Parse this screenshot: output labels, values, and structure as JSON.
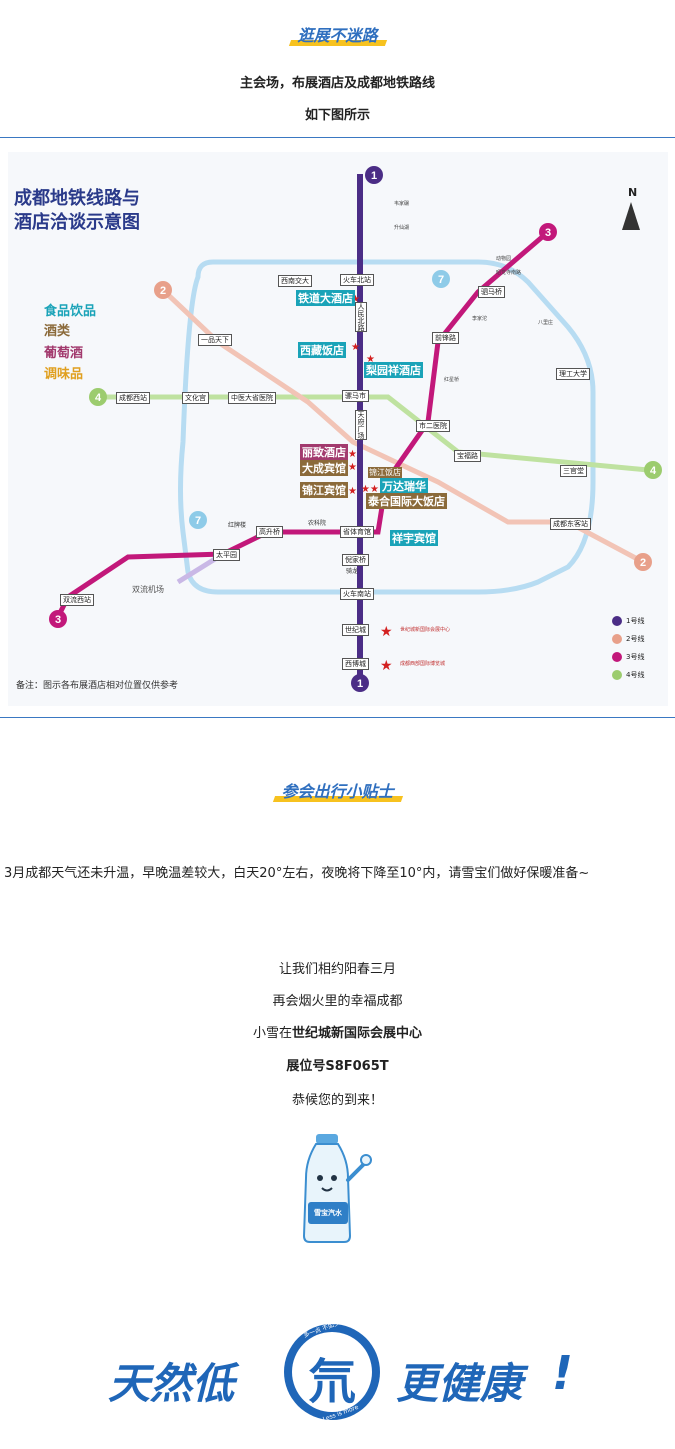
{
  "section1": {
    "title": "逛展不迷路",
    "line1": "主会场，布展酒店及成都地铁路线",
    "line2": "如下图所示"
  },
  "map": {
    "title_line1": "成都地铁线路与",
    "title_line2": "酒店洽谈示意图",
    "north": "N",
    "categories": [
      "食品饮品",
      "酒类",
      "葡萄酒",
      "调味品"
    ],
    "category_colors": [
      "#1aa3b8",
      "#8b6a3a",
      "#a23a6e",
      "#e0a020"
    ],
    "line_colors": {
      "line1": "#4b2d86",
      "line2": "#e8a08a",
      "line3": "#c2187a",
      "line4": "#9ccc6e",
      "loop": "#b7dcf2"
    },
    "stations": [
      "火车北站",
      "人民北路",
      "骡马市",
      "天府广场",
      "省体育馆",
      "倪家桥",
      "火车南站",
      "世纪城",
      "西博城",
      "市二医院",
      "前锋路",
      "驷马桥",
      "高升桥",
      "太平园",
      "双流西站",
      "成都西站",
      "文化宫",
      "中医大省医院",
      "理工大学",
      "成都东客站",
      "一品天下",
      "西南交大",
      "宝福路",
      "三官堂",
      "红牌楼",
      "农科院",
      "骑龙"
    ],
    "hotels": [
      "铁道大酒店",
      "西藏饭店",
      "梨园祥酒店",
      "丽致酒店",
      "大成宾馆",
      "锦江宾馆",
      "万达瑞华",
      "泰合国际大饭店",
      "祥宇宾馆",
      "锦江饭店"
    ],
    "small_labels": [
      "韦家碾",
      "升仙湖",
      "动物园",
      "昭觉寺南路",
      "李家沱",
      "红星桥",
      "八里庄",
      "双流机场",
      "世纪城新国际会展中心",
      "成都西部国际博览城"
    ],
    "legend": [
      "1号线",
      "2号线",
      "3号线",
      "4号线"
    ],
    "line_numbers": [
      "1",
      "2",
      "3",
      "4",
      "7"
    ],
    "note": "备注：图示各布展酒店相对位置仅供参考"
  },
  "section2": {
    "title": "参会出行小贴士",
    "tip": "3月成都天气还未升温，早晚温差较大，白天20°左右，夜晚将下降至10°内，请雪宝们做好保暖准备~",
    "line1": "让我们相约阳春三月",
    "line2": "再会烟火里的幸福成都",
    "line3_prefix": "小雪在",
    "line3_bold": "世纪城新国际会展中心",
    "line4": "展位号S8F065T",
    "line5": "恭候您的到来！"
  },
  "bottle": {
    "label": "雪宝汽水"
  },
  "slogan": {
    "left": "天然低",
    "badge": "氘",
    "right": "更健康",
    "ring_top": "多一点 不如少一点",
    "ring_bottom": "Less is more",
    "exclaim": "!"
  }
}
